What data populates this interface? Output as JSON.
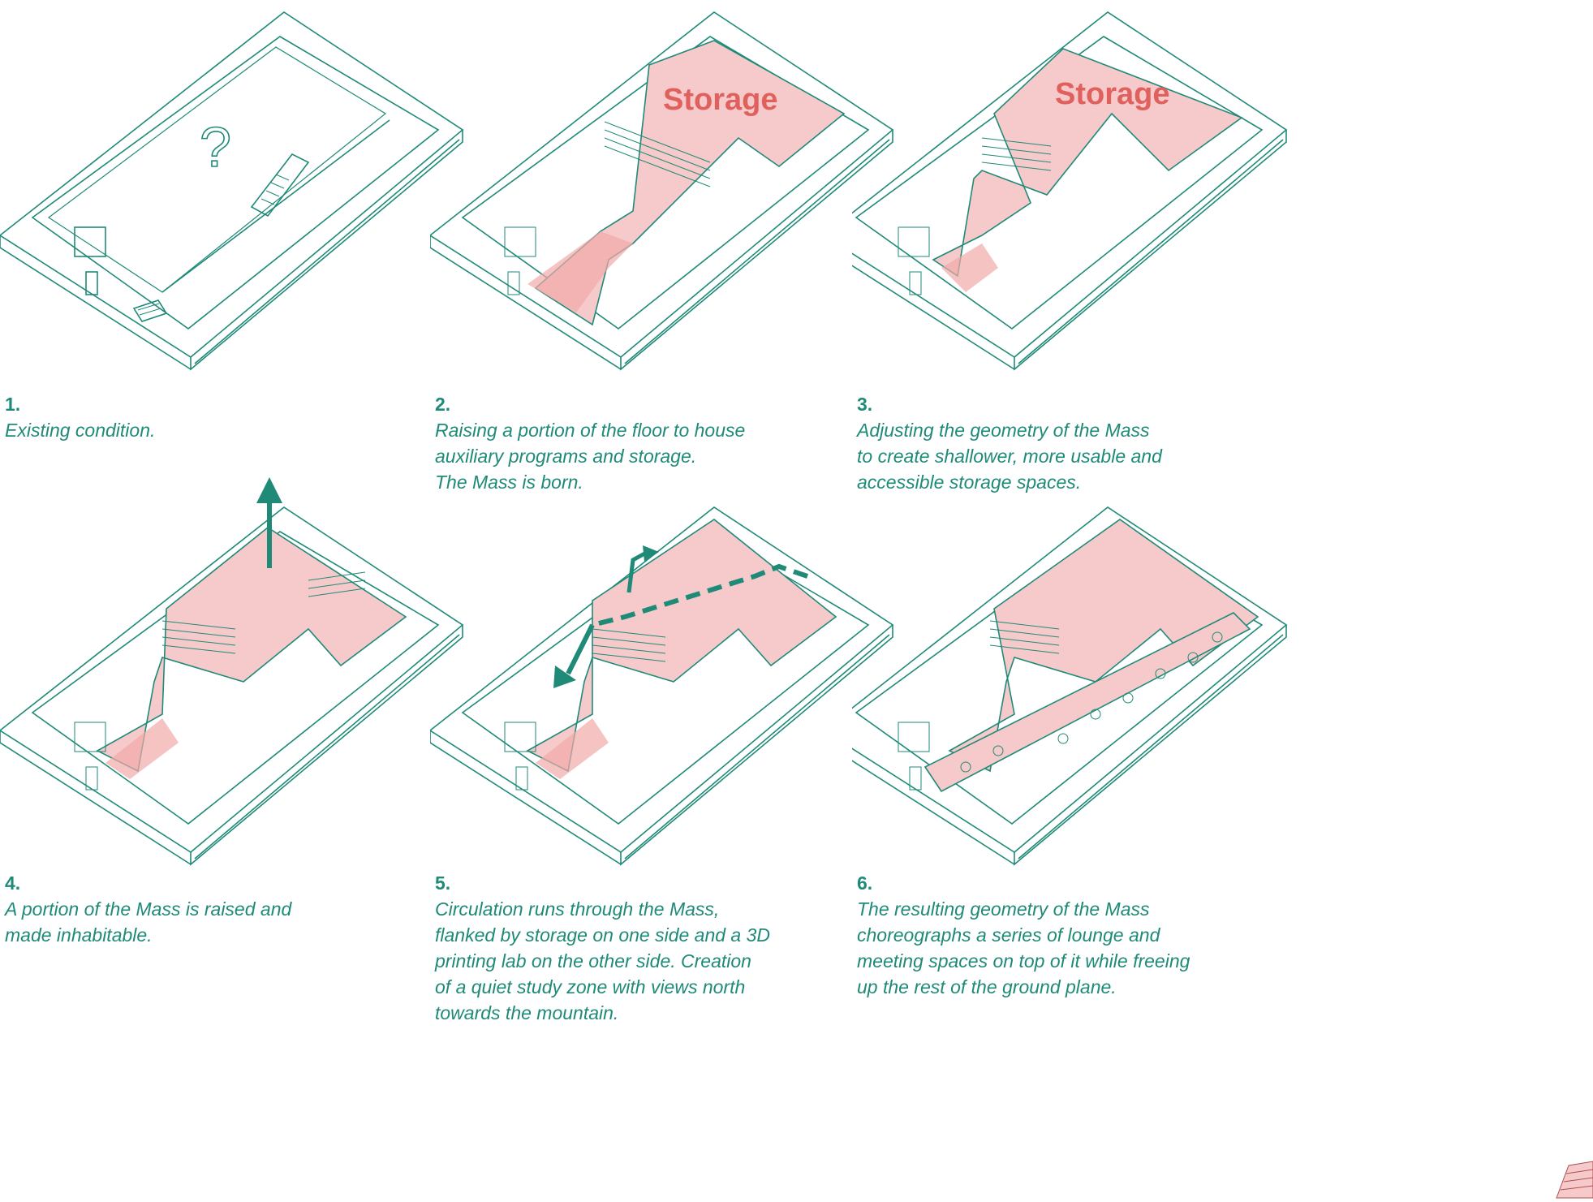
{
  "colors": {
    "teal": "#1f8a78",
    "mass_fill": "#f6caca",
    "mass_dark": "#f2a9a9",
    "label_red": "#e0605e"
  },
  "question_mark": "?",
  "storage_label": "Storage",
  "steps": [
    {
      "num": "1.",
      "text": "Existing condition."
    },
    {
      "num": "2.",
      "text": "Raising a portion of the floor to house\nauxiliary programs and storage.\nThe Mass is born."
    },
    {
      "num": "3.",
      "text": "Adjusting the geometry of the Mass\nto create shallower, more usable and\naccessible storage spaces."
    },
    {
      "num": "4.",
      "text": "A portion of the Mass is raised and\nmade inhabitable."
    },
    {
      "num": "5.",
      "text": "Circulation runs through the Mass,\nflanked by storage on one side and a 3D\nprinting lab on the other side. Creation\nof a quiet study zone with views north\ntowards the mountain."
    },
    {
      "num": "6.",
      "text": " The resulting geometry of the Mass\nchoreographs a series of lounge and\nmeeting spaces on top of it while freeing\nup the rest of the ground plane."
    }
  ]
}
